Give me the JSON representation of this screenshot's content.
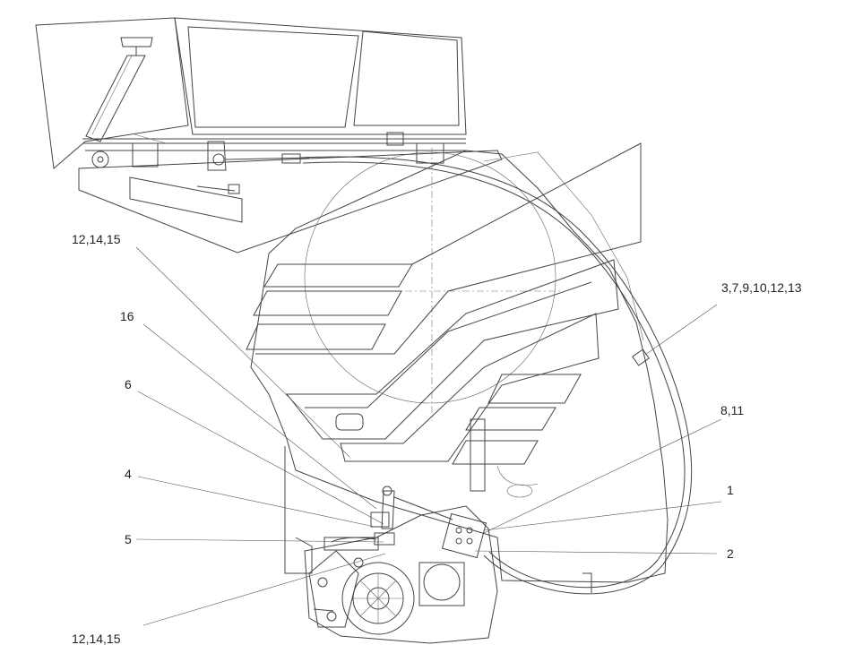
{
  "callouts": {
    "c_12_14_15_top": "12,14,15",
    "c_16": "16",
    "c_6": "6",
    "c_4": "4",
    "c_5": "5",
    "c_12_14_15_bottom": "12,14,15",
    "c_3_7_9_10_12_13": "3,7,9,10,12,13",
    "c_8_11": "8,11",
    "c_1": "1",
    "c_2": "2"
  }
}
